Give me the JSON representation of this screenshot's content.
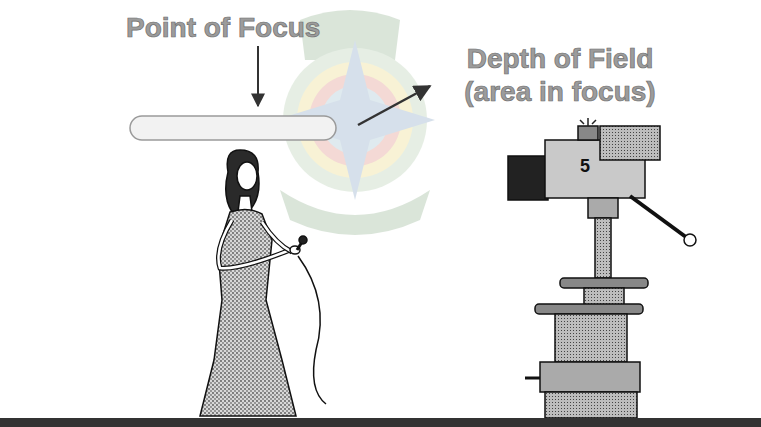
{
  "diagram": {
    "labels": [
      "Point of Focus",
      "Depth of Field (area in focus)",
      "5"
    ]
  }
}
